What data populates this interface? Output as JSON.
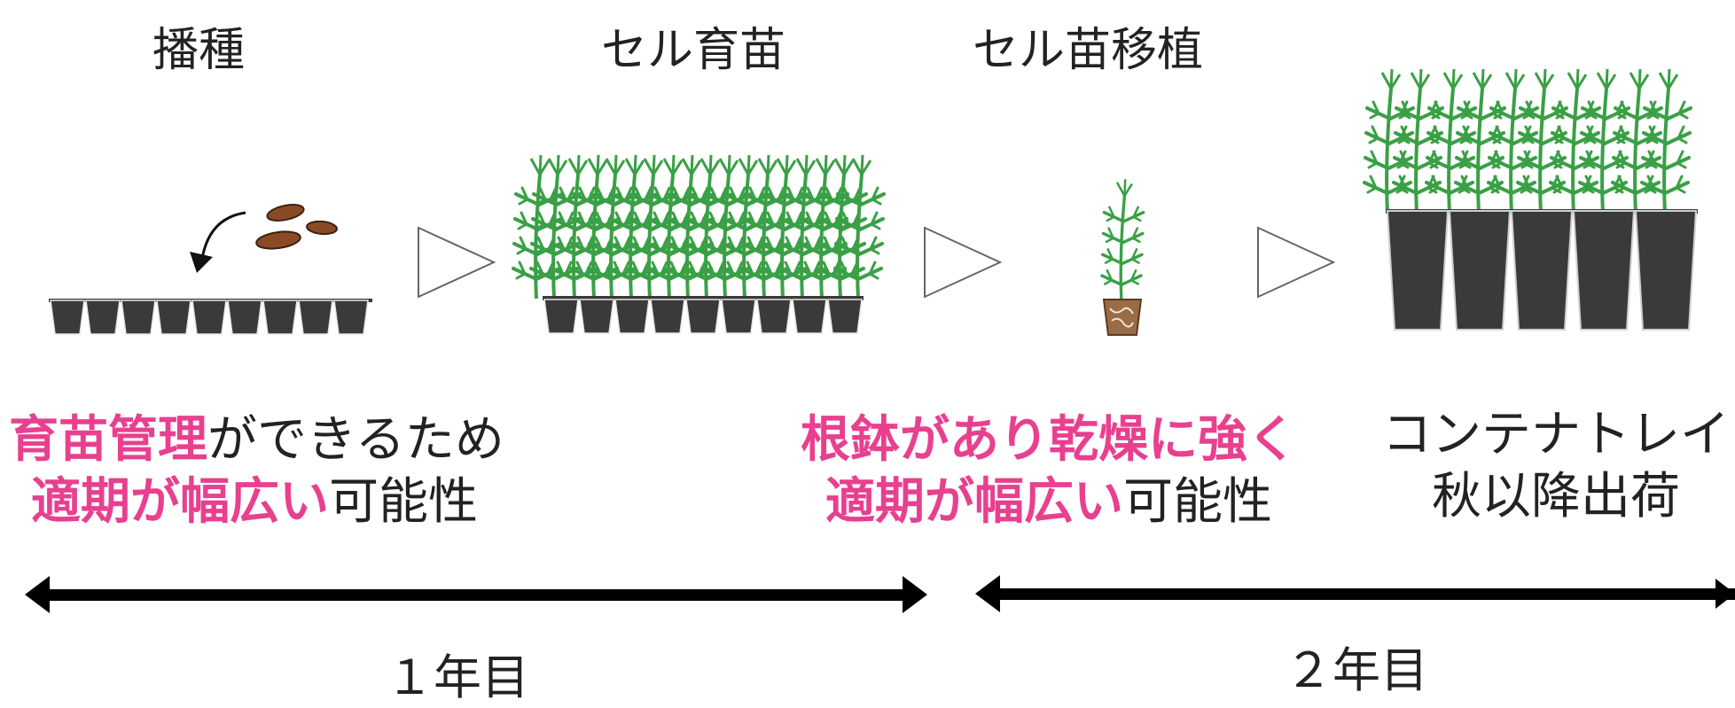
{
  "stages": {
    "sowing": "播種",
    "cell_raising": "セル育苗",
    "cell_transplant": "セル苗移植"
  },
  "notes": {
    "left": {
      "line1_highlight": "育苗管理",
      "line1_rest": "ができるため",
      "line2_highlight": "適期が幅広い",
      "line2_rest": "可能性"
    },
    "middle": {
      "line1_highlight": "根鉢があり乾燥に強く",
      "line2_highlight": "適期が幅広い",
      "line2_rest": "可能性"
    },
    "right": {
      "line1": "コンテナトレイ",
      "line2": "秋以降出荷"
    }
  },
  "timeline": {
    "year1": "１年目",
    "year2": "２年目"
  },
  "colors": {
    "highlight": "#e8408f",
    "plant": "#3aa046",
    "tray": "#3a3a3a",
    "seed": "#8b4a26"
  }
}
